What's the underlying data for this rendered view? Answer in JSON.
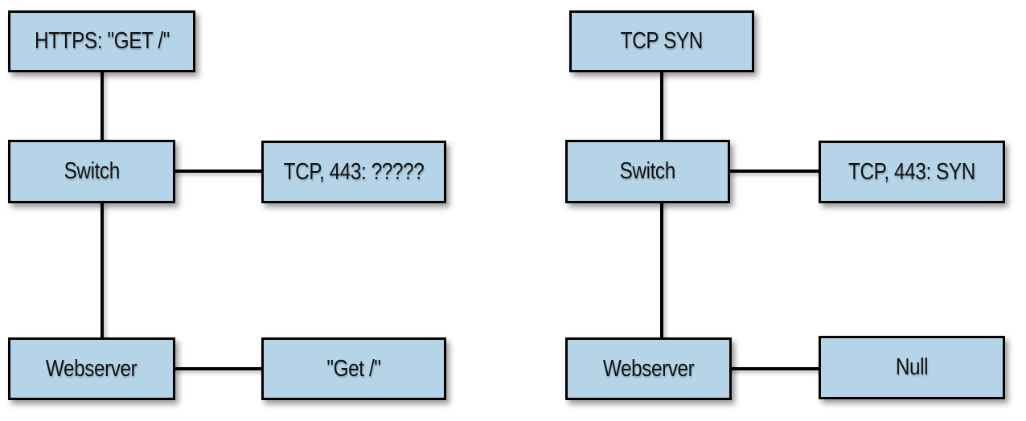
{
  "colors": {
    "box_fill": "#b5d4e8",
    "box_border": "#000000",
    "line": "#000000",
    "background": "#ffffff",
    "text": "#111111"
  },
  "diagrams": [
    {
      "id": "left",
      "top_label": "HTTPS: \"GET /\"",
      "switch_label": "Switch",
      "switch_branch_label": "TCP, 443: ?????",
      "server_label": "Webserver",
      "server_branch_label": "\"Get /\""
    },
    {
      "id": "right",
      "top_label": "TCP SYN",
      "switch_label": "Switch",
      "switch_branch_label": "TCP, 443: SYN",
      "server_label": "Webserver",
      "server_branch_label": "Null"
    }
  ]
}
